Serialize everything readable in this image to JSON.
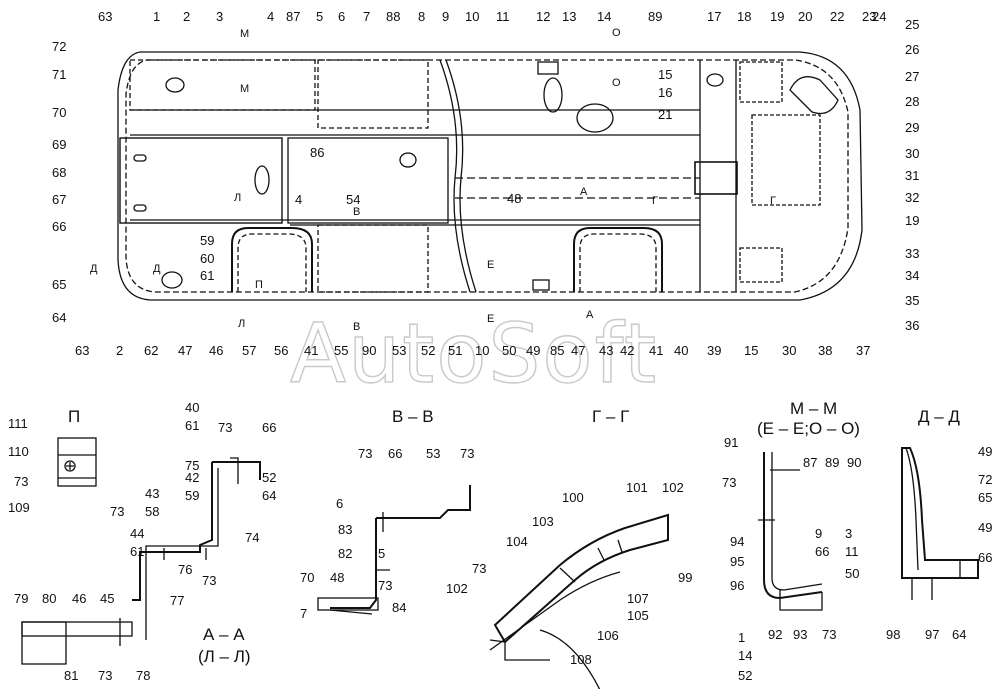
{
  "watermark": "AutoSoft",
  "plan": {
    "top_numbers": [
      "63",
      "1",
      "2",
      "3",
      "4",
      "87",
      "5",
      "6",
      "7",
      "88",
      "8",
      "9",
      "10",
      "11",
      "12",
      "13",
      "14",
      "89",
      "17",
      "18",
      "19",
      "20",
      "22",
      "23",
      "24"
    ],
    "right_numbers": [
      "25",
      "26",
      "27",
      "28",
      "29",
      "30",
      "31",
      "32",
      "19",
      "33",
      "34",
      "35",
      "36"
    ],
    "bottom_numbers": [
      "63",
      "2",
      "62",
      "47",
      "46",
      "57",
      "56",
      "41",
      "55",
      "90",
      "53",
      "52",
      "51",
      "10",
      "50",
      "49",
      "85",
      "47",
      "43",
      "42",
      "41",
      "40",
      "39",
      "15",
      "30",
      "38",
      "37"
    ],
    "left_numbers": [
      "72",
      "71",
      "70",
      "69",
      "68",
      "67",
      "66",
      "65",
      "64"
    ],
    "inner_numbers": [
      "15",
      "16",
      "21",
      "86",
      "54",
      "48",
      "4",
      "59",
      "60",
      "61"
    ],
    "cut_marks": {
      "m": "М",
      "o": "О",
      "l": "Л",
      "v": "В",
      "a": "А",
      "g": "Г",
      "d": "Д",
      "e": "Е",
      "p": "П"
    }
  },
  "sections": {
    "p": {
      "title": "П",
      "numbers": [
        "111",
        "110",
        "73",
        "109"
      ]
    },
    "aa": {
      "title": "А – А",
      "subtitle": "(Л – Л)",
      "fractions": [
        {
          "top": "40",
          "bottom": "61"
        },
        {
          "top": "42",
          "bottom": "59"
        },
        {
          "top": "43",
          "bottom": "58"
        },
        {
          "top": "44",
          "bottom": "61"
        },
        {
          "top": "52",
          "bottom": "64"
        }
      ],
      "numbers": [
        "73",
        "66",
        "75",
        "74",
        "73",
        "76",
        "73",
        "77",
        "79",
        "80",
        "46",
        "45",
        "81",
        "73",
        "78"
      ]
    },
    "vv": {
      "title": "В – В",
      "numbers": [
        "73",
        "66",
        "53",
        "73",
        "6",
        "83",
        "82",
        "5",
        "73",
        "70",
        "48",
        "84",
        "7"
      ]
    },
    "gg": {
      "title": "Г – Г",
      "numbers": [
        "100",
        "101",
        "102",
        "103",
        "104",
        "99",
        "73",
        "105",
        "107",
        "102",
        "106",
        "108"
      ]
    },
    "mm": {
      "title": "М – М",
      "subtitle": "(Е – Е;О – О)",
      "header_row": [
        "87",
        "89",
        "90"
      ],
      "fractions": [
        {
          "top": "9",
          "bottom": "66"
        },
        {
          "top": "3",
          "bottom": "11"
        },
        {
          "top": "50",
          "bottom": ""
        }
      ],
      "stack_left": [
        "94",
        "95",
        "96"
      ],
      "stack_bottom": [
        "1",
        "14",
        "52"
      ],
      "numbers": [
        "91",
        "73",
        "92",
        "93",
        "73"
      ]
    },
    "dd": {
      "title": "Д – Д",
      "fraction": {
        "top": "72",
        "bottom": "65"
      },
      "numbers": [
        "49",
        "49",
        "66",
        "98",
        "97",
        "64"
      ]
    }
  }
}
